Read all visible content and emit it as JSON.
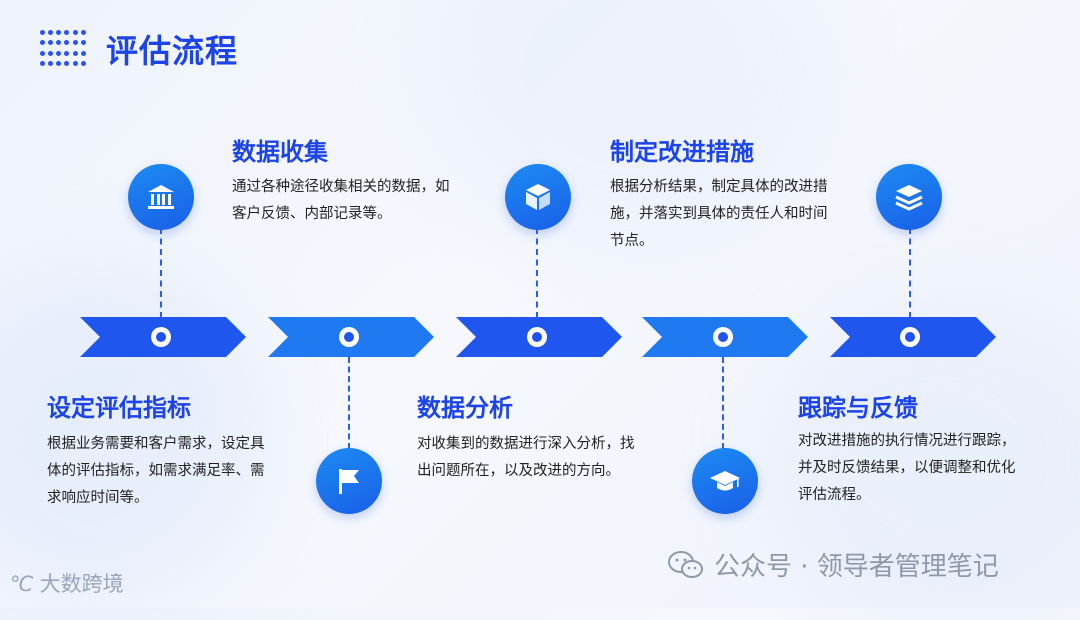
{
  "page": {
    "title": "评估流程"
  },
  "steps": [
    {
      "title": "设定评估指标",
      "desc": "根据业务需要和客户需求，设定具体的评估指标，如需求满足率、需求响应时间等。",
      "icon": "flag-icon"
    },
    {
      "title": "数据收集",
      "desc": "通过各种途径收集相关的数据，如客户反馈、内部记录等。",
      "icon": "bank-icon"
    },
    {
      "title": "数据分析",
      "desc": "对收集到的数据进行深入分析，找出问题所在，以及改进的方向。",
      "icon": "cube-icon"
    },
    {
      "title": "制定改进措施",
      "desc": "根据分析结果，制定具体的改进措施，并落实到具体的责任人和时间节点。",
      "icon": "graduation-cap-icon"
    },
    {
      "title": "跟踪与反馈",
      "desc": "对改进措施的执行情况进行跟踪，并及时反馈结果，以便调整和优化评估流程。",
      "icon": "layers-icon"
    }
  ],
  "footer": {
    "brand": "大数跨境",
    "watermark": "公众号 · 领导者管理笔记"
  },
  "colors": {
    "accent": "#1d44e6",
    "arrow": "#1f5af0",
    "circle": "#1a7ef0"
  }
}
